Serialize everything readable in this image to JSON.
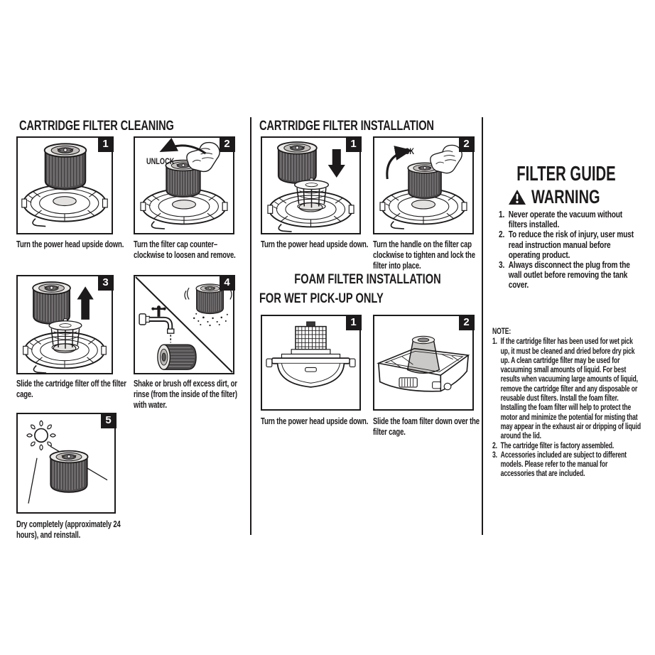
{
  "document": {
    "cleaning": {
      "title": "CARTRIDGE FILTER CLEANING",
      "steps": [
        {
          "num": "1",
          "caption": "Turn the power head upside down."
        },
        {
          "num": "2",
          "label": "UNLOCK",
          "caption": "Turn the filter cap counter–clockwise to loosen and remove."
        },
        {
          "num": "3",
          "caption": "Slide the cartridge filter off the filter cage."
        },
        {
          "num": "4",
          "caption": "Shake or brush off excess dirt, or rinse (from the inside of the filter) with water."
        },
        {
          "num": "5",
          "caption": "Dry completely (approximately 24 hours), and reinstall."
        }
      ]
    },
    "installation": {
      "title": "CARTRIDGE FILTER INSTALLATION",
      "steps": [
        {
          "num": "1",
          "caption": "Turn the power head upside down."
        },
        {
          "num": "2",
          "label": "LOCK",
          "caption": "Turn the handle on the filter cap clockwise to tighten and lock the filter into place."
        }
      ]
    },
    "foam": {
      "title": "FOAM FILTER INSTALLATION",
      "subtitle": "FOR WET PICK-UP ONLY",
      "steps": [
        {
          "num": "1",
          "caption": "Turn the power head upside down."
        },
        {
          "num": "2",
          "caption": "Slide the foam filter down over the filter cage."
        }
      ]
    },
    "guide": {
      "title": "FILTER GUIDE",
      "warning_heading": "WARNING",
      "warnings": [
        {
          "num": "1.",
          "text": "Never operate the vacuum without filters installed."
        },
        {
          "num": "2.",
          "text": "To reduce the risk of injury, user must read instruction manual before operating product."
        },
        {
          "num": "3.",
          "text": "Always disconnect the plug from the wall outlet before removing the tank cover."
        }
      ],
      "note_heading": "NOTE:",
      "notes": [
        {
          "num": "1.",
          "text": "If the cartridge filter has been used for wet pick up, it must be cleaned and dried before dry pick up. A clean cartridge filter may be used for vacuuming small amounts of liquid. For best results when vacuuming large amounts of liquid, remove the cartridge filter and any disposable or reusable dust filters. Install the foam filter. Installing the foam filter will help to protect the motor and minimize the potential for misting that may appear in the exhaust air or dripping of liquid around the lid."
        },
        {
          "num": "2.",
          "text": "The cartridge filter is factory assembled."
        },
        {
          "num": "3.",
          "text": "Accessories included are subject to different models. Please refer to the manual for accessories that are included."
        }
      ]
    },
    "colors": {
      "ink": "#1d1a1b",
      "paper": "#ffffff",
      "filter_dark": "#4f4c4e",
      "foam_gray": "#cbc9c7"
    }
  }
}
